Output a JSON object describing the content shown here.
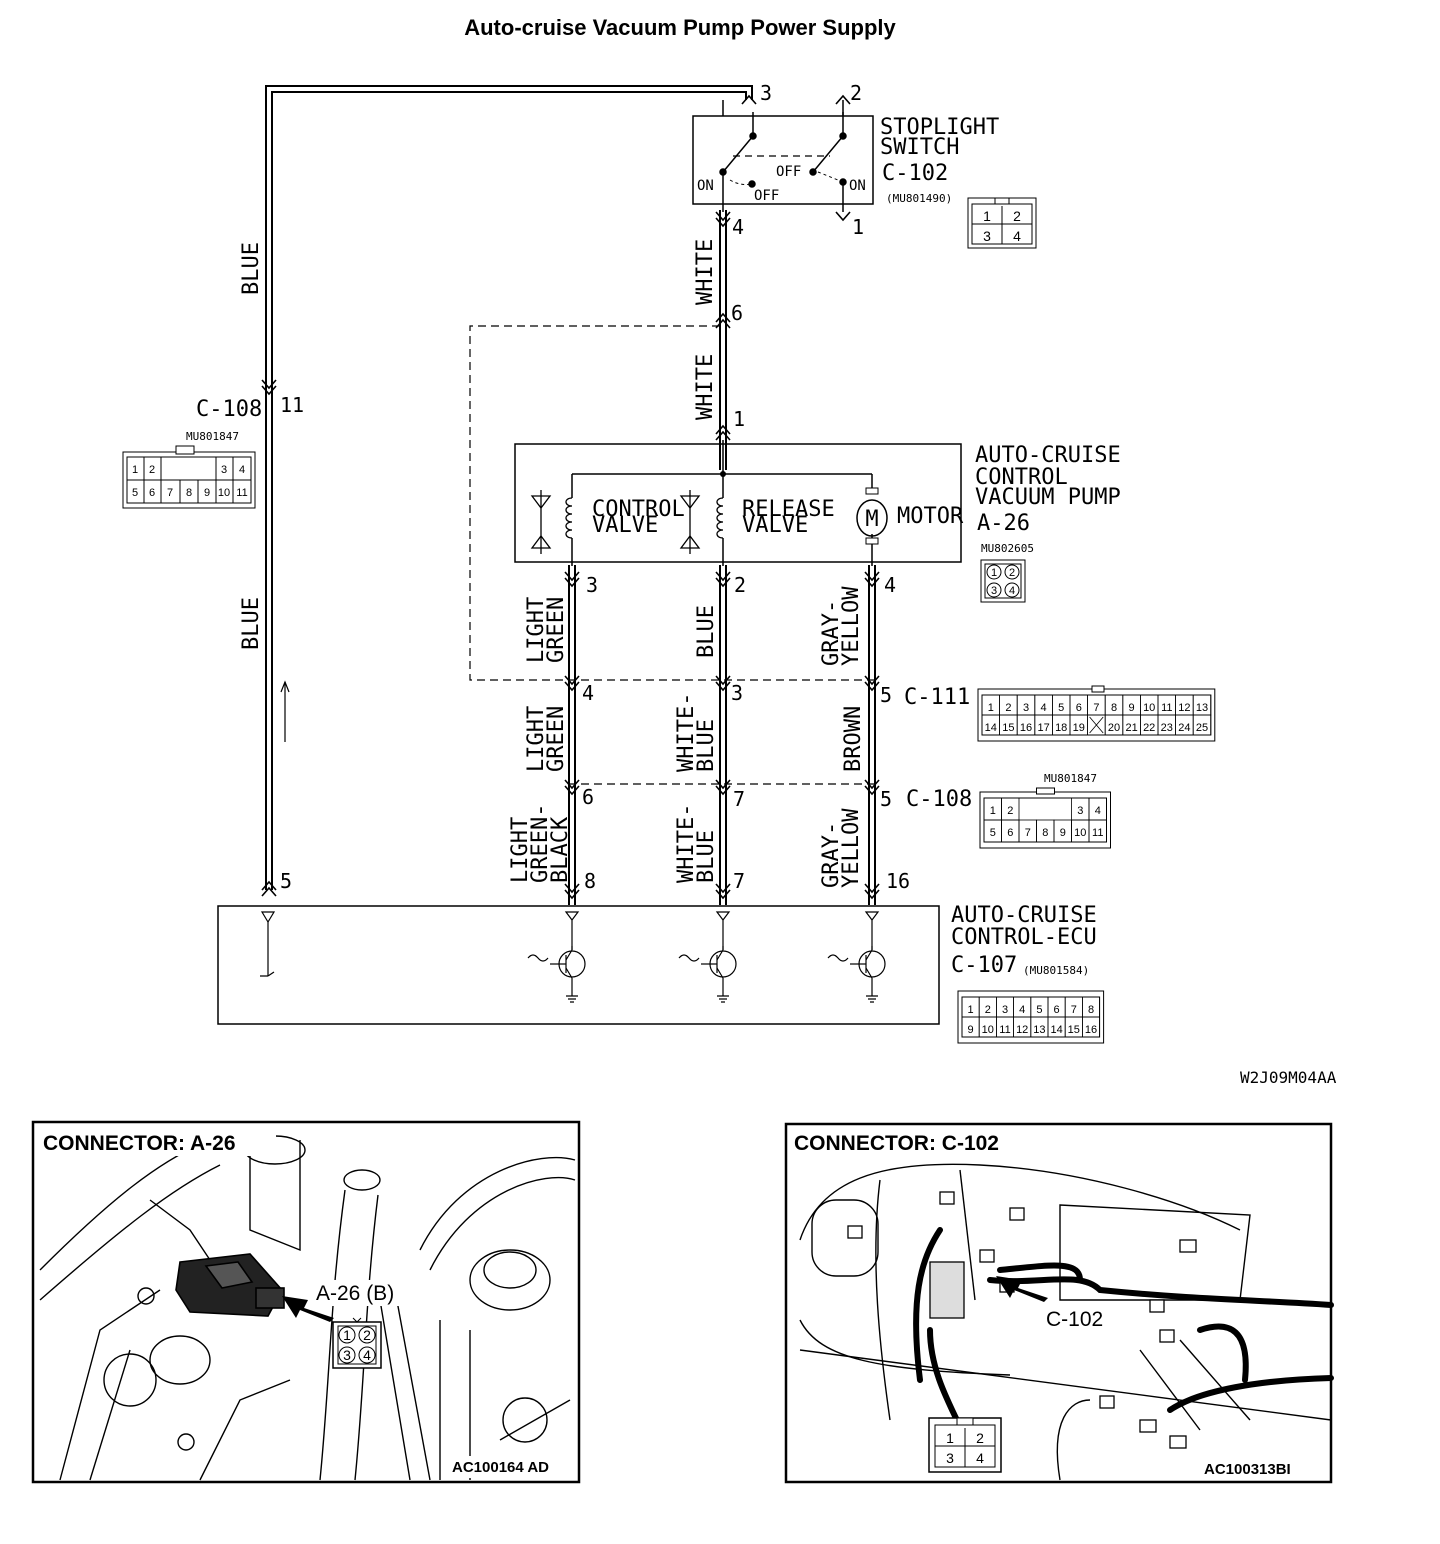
{
  "title": "Auto-cruise Vacuum Pump Power Supply",
  "figure_code": "W2J09M04AA",
  "components": {
    "stoplight_switch": {
      "name_line1": "STOPLIGHT",
      "name_line2": "SWITCH",
      "connector": "C-102",
      "part_no": "(MU801490)",
      "state_on": "ON",
      "state_off": "OFF"
    },
    "c108_upper": {
      "connector": "C-108",
      "part_no": "MU801847"
    },
    "vacuum_pump": {
      "name_line1": "AUTO-CRUISE",
      "name_line2": "CONTROL",
      "name_line3": "VACUUM PUMP",
      "connector": "A-26",
      "part_no": "MU802605"
    },
    "control_valve": {
      "line1": "CONTROL",
      "line2": "VALVE"
    },
    "release_valve": {
      "line1": "RELEASE",
      "line2": "VALVE"
    },
    "motor": {
      "label": "MOTOR",
      "symbol": "M"
    },
    "c111": {
      "connector": "C-111"
    },
    "c108_lower": {
      "connector": "C-108",
      "part_no": "MU801847"
    },
    "ecu": {
      "name_line1": "AUTO-CRUISE",
      "name_line2": "CONTROL-ECU",
      "connector": "C-107",
      "part_no": "(MU801584)"
    }
  },
  "pins": {
    "sw3": "3",
    "sw2": "2",
    "sw4": "4",
    "sw1": "1",
    "p6": "6",
    "p1": "1",
    "p11": "11",
    "pump3": "3",
    "pump2": "2",
    "pump4": "4",
    "c111_4": "4",
    "c111_3": "3",
    "c111_5": "5",
    "c108_6": "6",
    "c108_7": "7",
    "c108_5": "5",
    "ecu8": "8",
    "ecu7": "7",
    "ecu16": "16",
    "ecu5": "5"
  },
  "wires": {
    "blue_upper": "BLUE",
    "blue_lower": "BLUE",
    "white_upper": "WHITE",
    "white_lower": "WHITE",
    "lg1_a": "LIGHT",
    "lg1_b": "GREEN",
    "blue_mid": "BLUE",
    "gy1_a": "GRAY-",
    "gy1_b": "YELLOW",
    "lg2_a": "LIGHT",
    "lg2_b": "GREEN",
    "wb1_a": "WHITE-",
    "wb1_b": "BLUE",
    "brown": "BROWN",
    "lgb_a": "LIGHT",
    "lgb_b": "GREEN-",
    "lgb_c": "BLACK",
    "wb2_a": "WHITE-",
    "wb2_b": "BLUE",
    "gy2_a": "GRAY-",
    "gy2_b": "YELLOW"
  },
  "connector_faces": {
    "c102": [
      [
        "1",
        "2"
      ],
      [
        "3",
        "4"
      ]
    ],
    "c108_upper": [
      [
        "1",
        "2",
        "",
        "",
        "3",
        "4"
      ],
      [
        "5",
        "6",
        "7",
        "8",
        "9",
        "10",
        "11"
      ]
    ],
    "a26": [
      "1",
      "2",
      "3",
      "4"
    ],
    "c111_top": [
      "1",
      "2",
      "3",
      "4",
      "5",
      "6",
      "7",
      "8",
      "9",
      "10",
      "11",
      "12",
      "13"
    ],
    "c111_bottom": [
      "14",
      "15",
      "16",
      "17",
      "18",
      "19",
      "",
      "20",
      "21",
      "22",
      "23",
      "24",
      "25"
    ],
    "c108_lower_top": [
      "1",
      "2",
      "3",
      "4"
    ],
    "c108_lower_bottom": [
      "5",
      "6",
      "7",
      "8",
      "9",
      "10",
      "11"
    ],
    "c107_top": [
      "1",
      "2",
      "3",
      "4",
      "5",
      "6",
      "7",
      "8"
    ],
    "c107_bottom": [
      "9",
      "10",
      "11",
      "12",
      "13",
      "14",
      "15",
      "16"
    ]
  },
  "panels": {
    "left": {
      "title": "CONNECTOR: A-26",
      "callout": "A-26 (B)",
      "code": "AC100164 AD",
      "face": [
        "1",
        "2",
        "3",
        "4"
      ]
    },
    "right": {
      "title": "CONNECTOR: C-102",
      "callout": "C-102",
      "code": "AC100313BI",
      "face": [
        "1",
        "2",
        "3",
        "4"
      ]
    }
  }
}
